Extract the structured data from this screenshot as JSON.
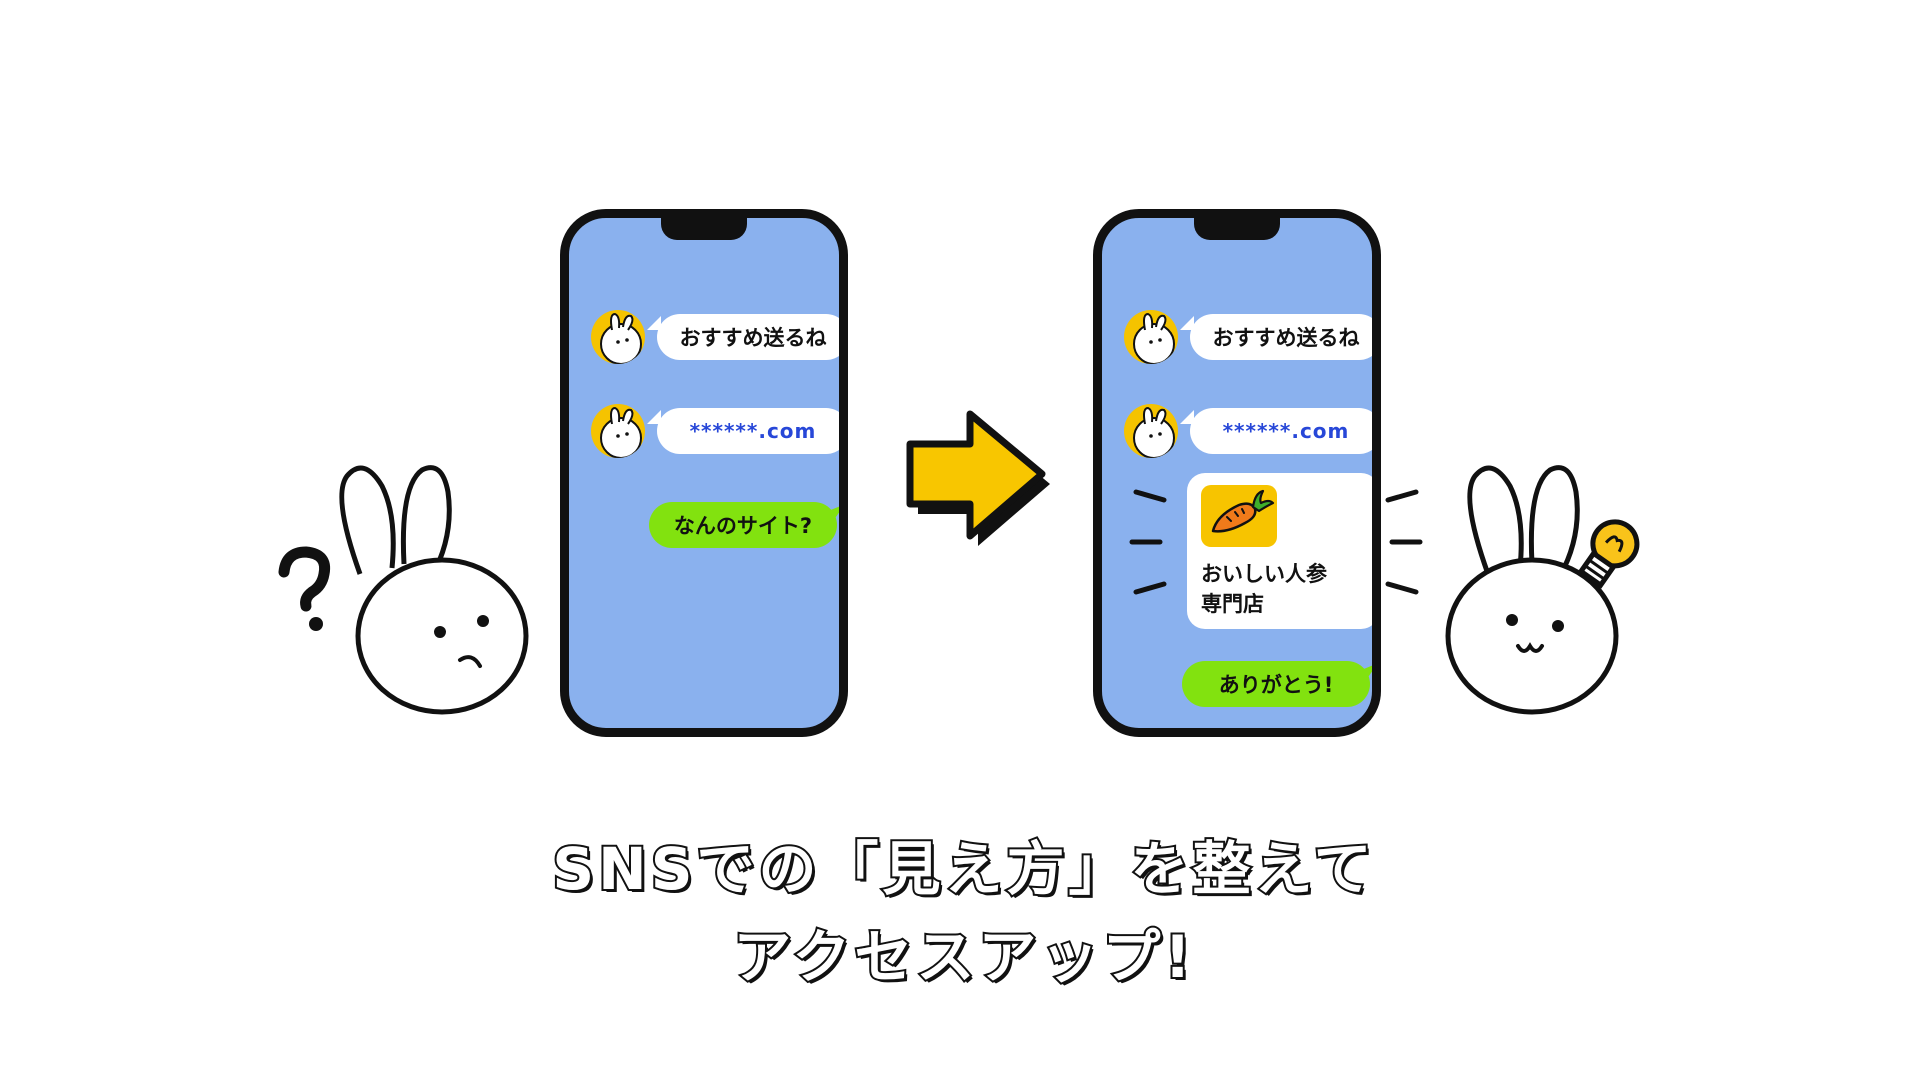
{
  "before_phone": {
    "messages": [
      {
        "text": "おすすめ送るね",
        "kind": "received"
      },
      {
        "text": "******.com",
        "kind": "received-url"
      },
      {
        "text": "なんのサイト?",
        "kind": "sent"
      }
    ]
  },
  "after_phone": {
    "messages": [
      {
        "text": "おすすめ送るね",
        "kind": "received"
      },
      {
        "text": "******.com",
        "kind": "received-url"
      },
      {
        "text": "ありがとう!",
        "kind": "sent"
      }
    ],
    "link_card": {
      "title_line1": "おいしい人参",
      "title_line2": "専門店",
      "thumbnail_icon": "carrot-icon"
    }
  },
  "caption": {
    "line1": "SNSでの「見え方」を整えて",
    "line2": "アクセスアップ!"
  },
  "colors": {
    "screen": "#8ab1ee",
    "sent_bubble": "#82e20f",
    "accent_yellow": "#f5c300",
    "url_text": "#2747d8"
  },
  "icons": [
    "question-mark-icon",
    "arrow-right-icon",
    "lightbulb-icon",
    "carrot-icon"
  ]
}
